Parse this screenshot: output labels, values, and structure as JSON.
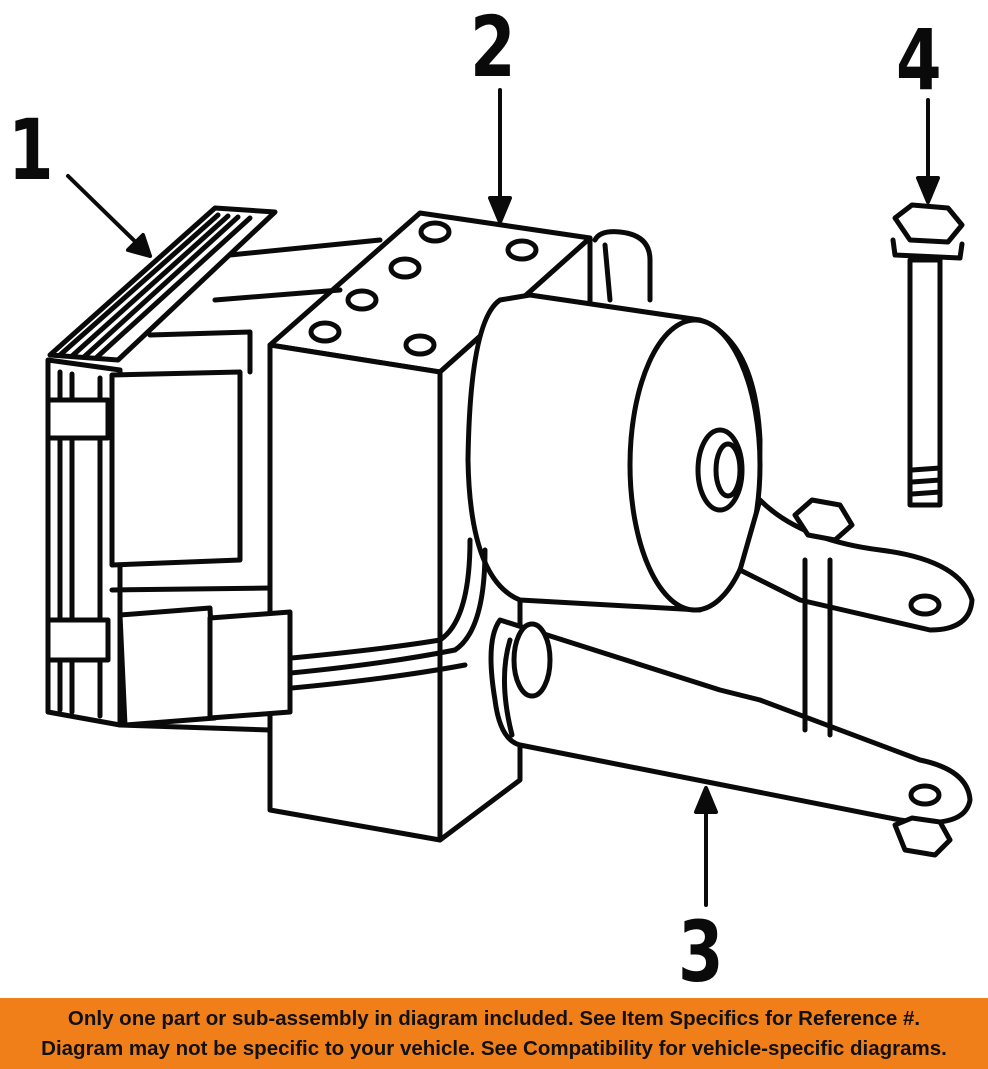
{
  "callouts": {
    "c1": "1",
    "c2": "2",
    "c3": "3",
    "c4": "4"
  },
  "banner": {
    "line1": "Only one part or sub-assembly in diagram included. See Item Specifics for Reference #.",
    "line2": "Diagram may not be specific to your vehicle. See Compatibility for vehicle-specific diagrams.",
    "color": "#f07f1a"
  },
  "colors": {
    "ink": "#0a0a0a",
    "paper": "#ffffff"
  }
}
